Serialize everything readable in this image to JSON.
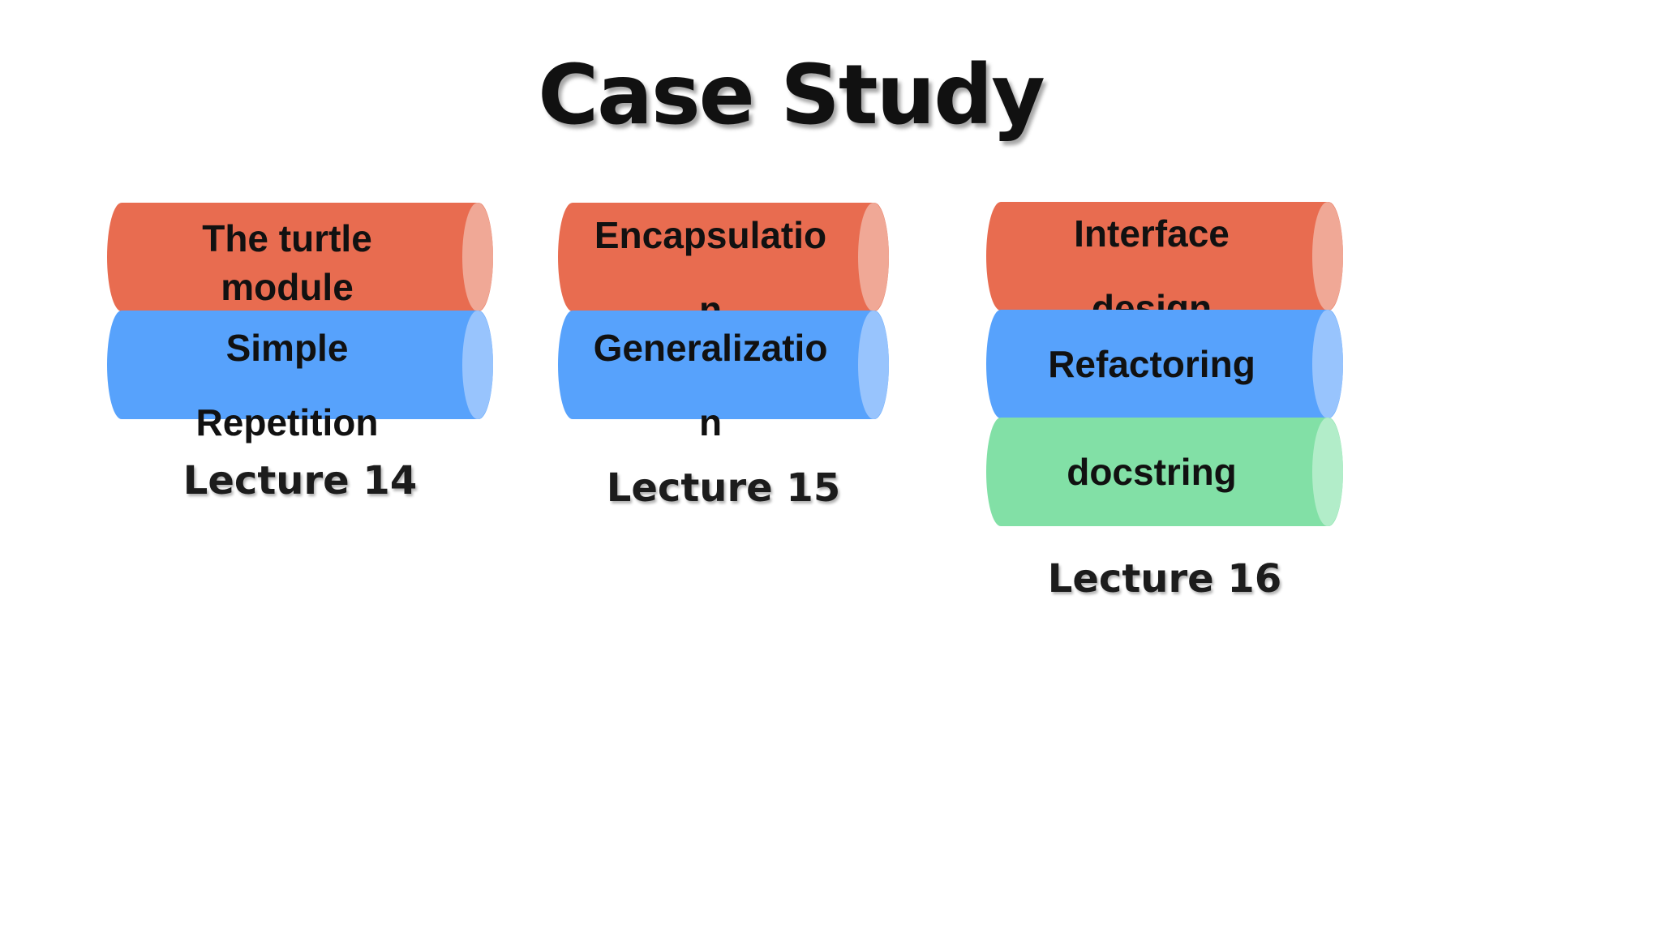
{
  "title": "Case Study",
  "columns": [
    {
      "items": [
        {
          "lines": [
            "The turtle",
            "module"
          ],
          "color": "#e86c50"
        },
        {
          "lines": [
            "Simple",
            "Repetition"
          ],
          "color": "#57a2fc"
        }
      ],
      "lecture": "Lecture 14"
    },
    {
      "items": [
        {
          "lines": [
            "Encapsulatio",
            "n"
          ],
          "color": "#e86c50"
        },
        {
          "lines": [
            "Generalizatio",
            "n"
          ],
          "color": "#57a2fc"
        }
      ],
      "lecture": "Lecture 15"
    },
    {
      "items": [
        {
          "lines": [
            "Interface",
            "design"
          ],
          "color": "#e86c50"
        },
        {
          "lines": [
            "Refactoring"
          ],
          "color": "#57a2fc"
        },
        {
          "lines": [
            "docstring"
          ],
          "color": "#82e0a6"
        }
      ],
      "lecture": "Lecture 16"
    }
  ]
}
